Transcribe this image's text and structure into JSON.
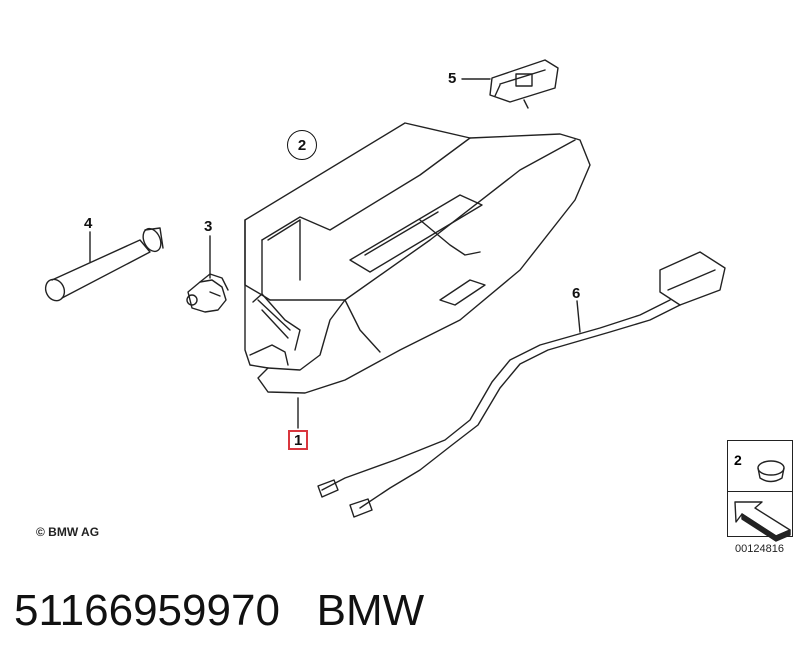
{
  "callouts": {
    "part1": "1",
    "part2": "2",
    "part3": "3",
    "part4": "4",
    "part5": "5",
    "part6": "6"
  },
  "copyright": "© BMW AG",
  "legend": {
    "number": "2"
  },
  "drawing_number": "00124816",
  "footer": {
    "part_number": "51166959970",
    "brand": "BMW"
  },
  "colors": {
    "highlight": "#d9363e",
    "line": "#222222"
  }
}
